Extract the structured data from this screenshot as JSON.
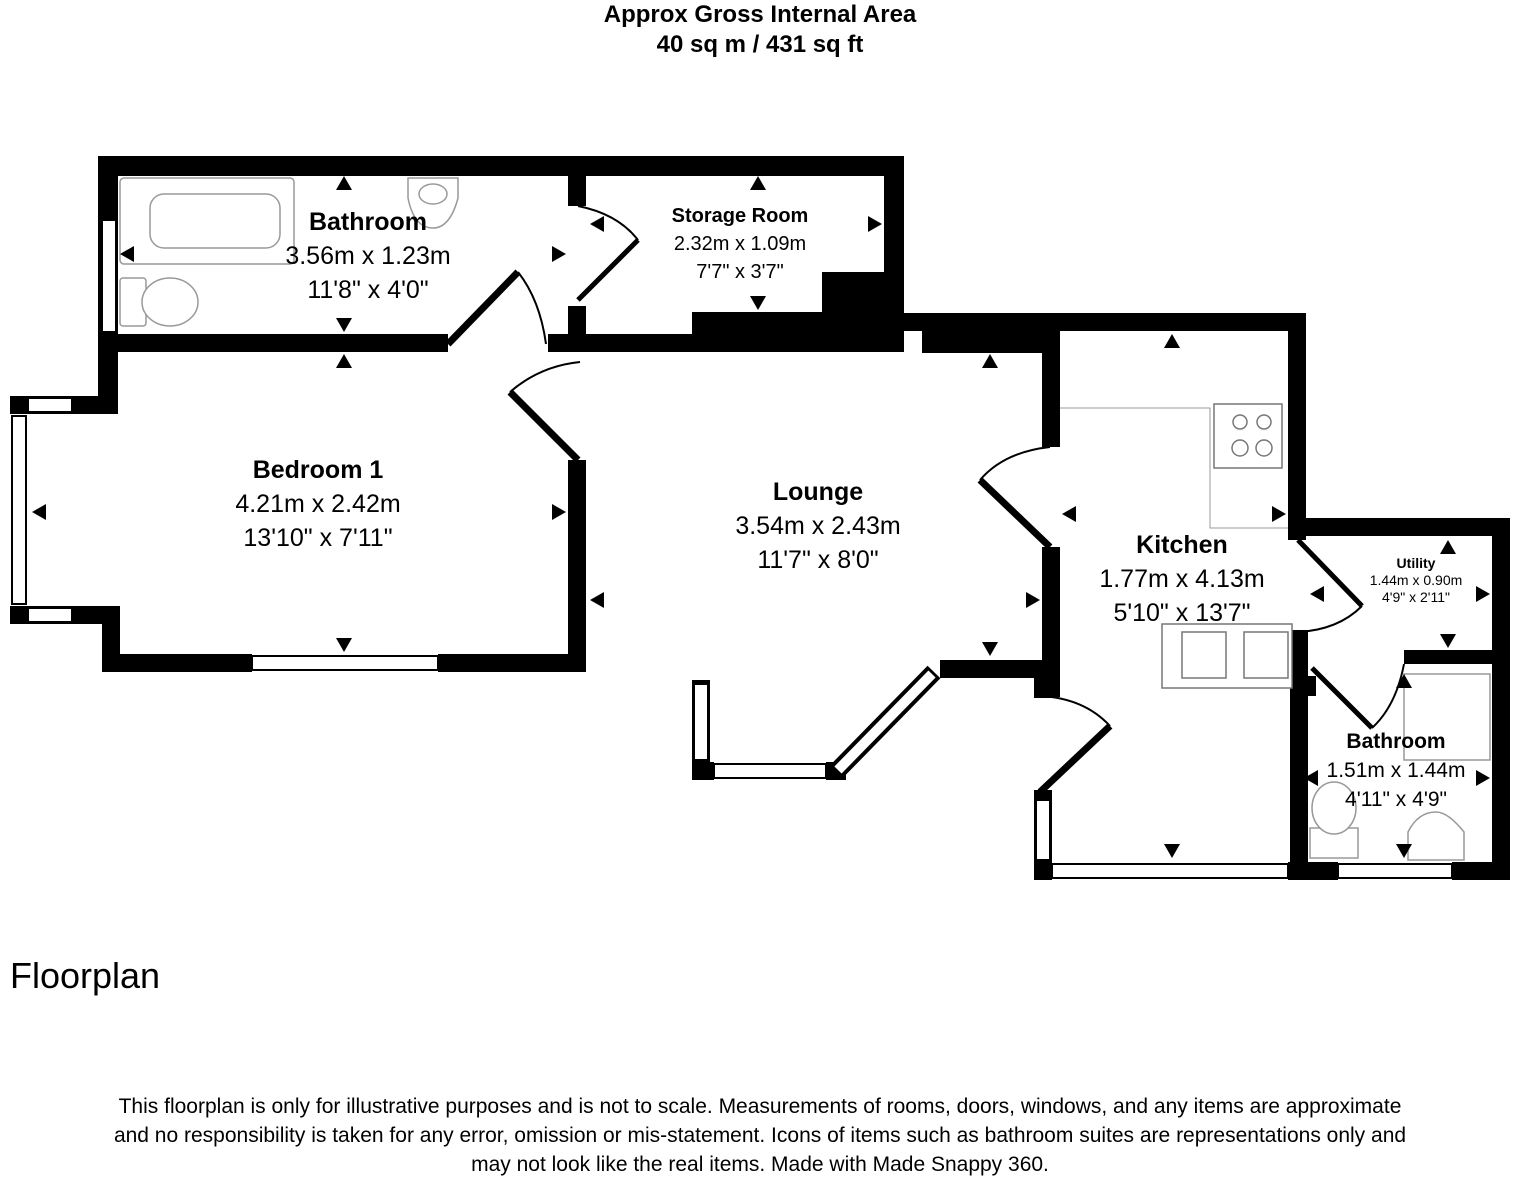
{
  "header": {
    "line1": "Approx Gross Internal Area",
    "line2": "40 sq m / 431 sq ft"
  },
  "rooms": {
    "bathroom": {
      "name": "Bathroom",
      "metric": "3.56m x 1.23m",
      "imperial": "11'8\" x 4'0\""
    },
    "storage": {
      "name": "Storage Room",
      "metric": "2.32m x 1.09m",
      "imperial": "7'7\" x 3'7\""
    },
    "bedroom1": {
      "name": "Bedroom 1",
      "metric": "4.21m x 2.42m",
      "imperial": "13'10\" x 7'11\""
    },
    "lounge": {
      "name": "Lounge",
      "metric": "3.54m x 2.43m",
      "imperial": "11'7\" x 8'0\""
    },
    "kitchen": {
      "name": "Kitchen",
      "metric": "1.77m x 4.13m",
      "imperial": "5'10\" x 13'7\""
    },
    "utility": {
      "name": "Utility",
      "metric": "1.44m x 0.90m",
      "imperial": "4'9\" x 2'11\""
    },
    "bathroom2": {
      "name": "Bathroom",
      "metric": "1.51m x 1.44m",
      "imperial": "4'11\" x 4'9\""
    }
  },
  "footer": {
    "title": "Floorplan",
    "disclaimer_line1": "This floorplan is only for illustrative purposes and is not to scale. Measurements of rooms, doors, windows, and any items are approximate",
    "disclaimer_line2": "and no responsibility is taken for any error, omission or mis-statement. Icons of items such as bathroom suites are representations only and",
    "disclaimer_line3": "may not look like the real items. Made with Made Snappy 360."
  }
}
